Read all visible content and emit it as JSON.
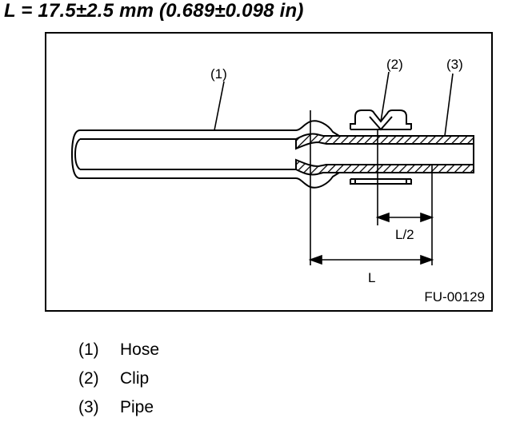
{
  "title": "L = 17.5±2.5 mm (0.689±0.098 in)",
  "figure": {
    "callouts": [
      "(1)",
      "(2)",
      "(3)"
    ],
    "dimension_half": "L/2",
    "dimension_full": "L",
    "code": "FU-00129"
  },
  "legend": [
    {
      "num": "(1)",
      "label": "Hose"
    },
    {
      "num": "(2)",
      "label": "Clip"
    },
    {
      "num": "(3)",
      "label": "Pipe"
    }
  ]
}
